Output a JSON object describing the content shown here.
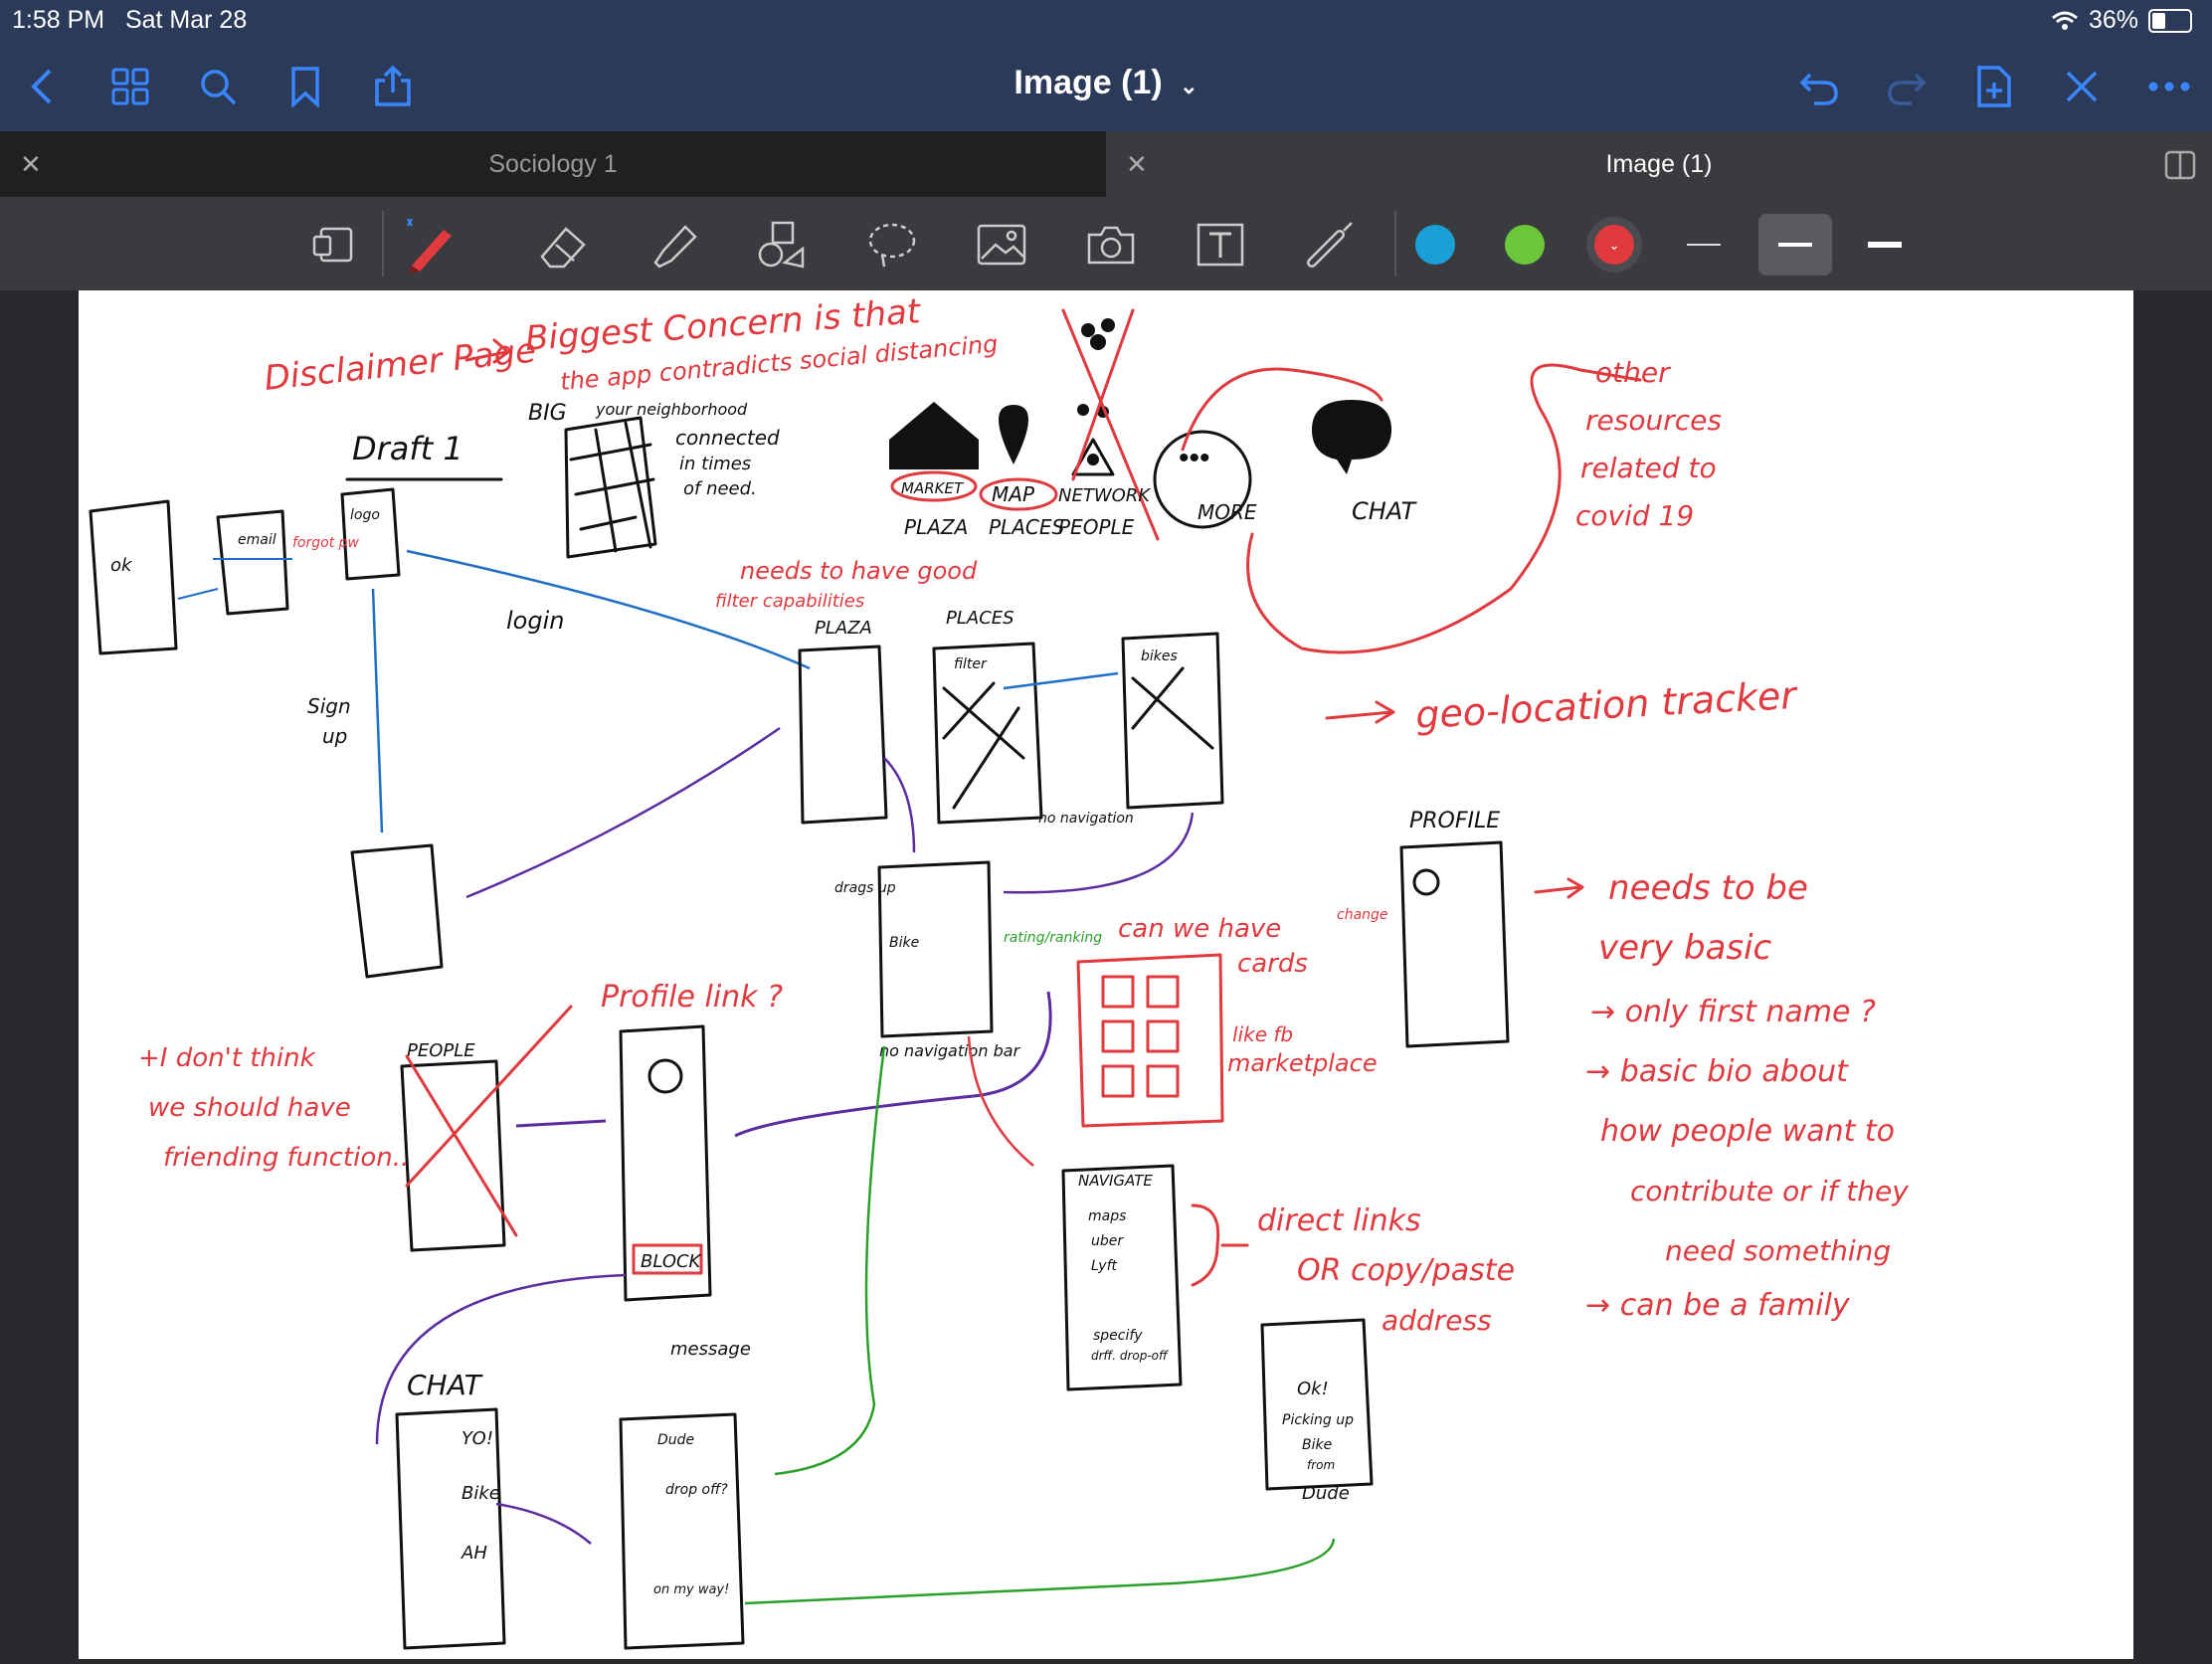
{
  "status": {
    "time": "1:58 PM",
    "date": "Sat Mar 28",
    "battery": "36%",
    "battery_level": 0.36
  },
  "nav": {
    "title": "Image (1)"
  },
  "tabs": [
    {
      "label": "Sociology 1",
      "active": false
    },
    {
      "label": "Image (1)",
      "active": true
    }
  ],
  "toolbar": {
    "colors": [
      "#1a9fd8",
      "#6cc63a",
      "#e0393e"
    ]
  },
  "notes": {
    "disclaimer": "Disclaimer Page",
    "concern_1": "Biggest Concern is that",
    "concern_2": "the app contradicts social distancing",
    "draft": "Draft 1",
    "big": "BIG",
    "neighborhood_1": "your neighborhood",
    "neighborhood_2": "connected",
    "neighborhood_3": "in times",
    "neighborhood_4": "of need.",
    "market": "MARKET",
    "plaza": "PLAZA",
    "map": "MAP",
    "places": "PLACES",
    "network": "NETWORK",
    "people": "PEOPLE",
    "more": "MORE",
    "chat_icon": "CHAT",
    "other_1": "other",
    "other_2": "resources",
    "other_3": "related to",
    "other_4": "covid 19",
    "filter_1": "needs to have good",
    "filter_2": "filter capabilities",
    "plaza_small": "PLAZA",
    "places_small": "PLACES",
    "login": "login",
    "signup_1": "Sign",
    "signup_2": "up",
    "geo": "geo-location tracker",
    "profile": "PROFILE",
    "basic_1": "needs to be",
    "basic_2": "very basic",
    "basic_3": "only first name ?",
    "basic_4": "basic bio about",
    "basic_5": "how people want to",
    "basic_6": "contribute or if they",
    "basic_7": "need something",
    "basic_8": "can be a family",
    "cards_1": "can we have",
    "cards_2": "cards",
    "cards_3": "like fb",
    "cards_4": "marketplace",
    "no_nav_1": "no navigation",
    "no_nav_2": "no navigation bar",
    "drags_up": "drags up",
    "rating": "rating/ranking",
    "change": "change",
    "friend_1": "I don't think",
    "friend_2": "we should have",
    "friend_3": "friending function..",
    "people_label": "PEOPLE",
    "profile_link": "Profile link ?",
    "block": "BLOCK",
    "message": "message",
    "chat_label": "CHAT",
    "direct_1": "direct links",
    "direct_2": "OR copy/paste",
    "direct_3": "address",
    "navigate": "NAVIGATE",
    "maps": "maps",
    "uber": "uber",
    "lyft": "Lyft",
    "specify_1": "specify",
    "specify_2": "drff. drop-off",
    "picking_1": "Ok!",
    "picking_2": "Picking up",
    "picking_3": "Bike",
    "picking_4": "from",
    "picking_5": "Dude",
    "yo": "YO!",
    "bike": "Bike",
    "ah": "AH",
    "dude": "Dude",
    "drop_off": "drop off?",
    "on_my_way": "on my way!",
    "bike_label": "Bike",
    "filter": "filter",
    "bikes": "bikes",
    "logo": "logo",
    "email": "email",
    "forgot": "forgot pw",
    "ok": "ok"
  }
}
